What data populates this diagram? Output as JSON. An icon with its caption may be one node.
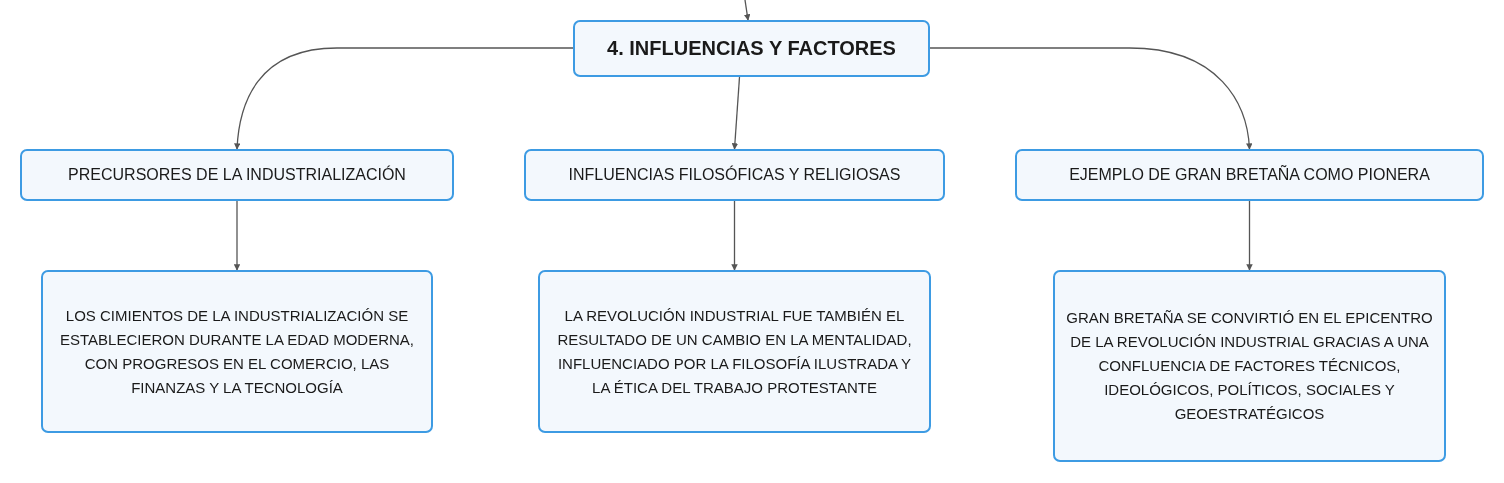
{
  "diagram": {
    "nodes": [
      {
        "text": [
          "4. INFLUENCIAS Y FACTORES"
        ]
      },
      {
        "text": [
          "PRECURSORES DE LA INDUSTRIALIZACIÓN"
        ]
      },
      {
        "text": [
          "INFLUENCIAS FILOSÓFICAS Y RELIGIOSAS"
        ]
      },
      {
        "text": [
          "EJEMPLO DE GRAN BRETAÑA COMO PIONERA"
        ]
      },
      {
        "text": [
          "LOS CIMIENTOS DE LA INDUSTRIALIZACIÓN SE ESTABLECIERON DURANTE LA EDAD MODERNA, CON PROGRESOS EN EL COMERCIO, LAS FINANZAS Y LA TECNOLOGÍA"
        ]
      },
      {
        "text": [
          "LA REVOLUCIÓN INDUSTRIAL FUE TAMBIÉN EL RESULTADO DE UN CAMBIO EN LA MENTALIDAD, INFLUENCIADO POR LA FILOSOFÍA ILUSTRADA Y LA ÉTICA DEL TRABAJO PROTESTANTE"
        ]
      },
      {
        "text": [
          "GRAN BRETAÑA SE CONVIRTIÓ EN EL EPICENTRO DE LA REVOLUCIÓN INDUSTRIAL GRACIAS A UNA CONFLUENCIA DE FACTORES TÉCNICOS, IDEOLÓGICOS, POLÍTICOS, SOCIALES Y GEOESTRATÉGICOS"
        ]
      }
    ],
    "edges": [
      {
        "from": null,
        "to": 0,
        "arrow": "to"
      },
      {
        "from": 0,
        "to": 1,
        "arrow": "to"
      },
      {
        "from": 0,
        "to": 2,
        "arrow": "to"
      },
      {
        "from": 0,
        "to": 3,
        "arrow": "to"
      },
      {
        "from": 1,
        "to": 4,
        "arrow": "to"
      },
      {
        "from": 2,
        "to": 5,
        "arrow": "to"
      },
      {
        "from": 3,
        "to": 6,
        "arrow": "to"
      }
    ]
  }
}
